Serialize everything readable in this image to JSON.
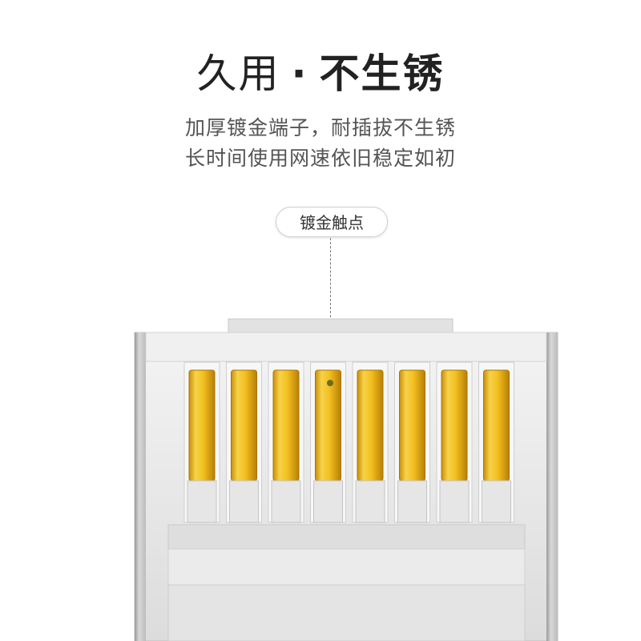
{
  "headline": {
    "light": "久用",
    "dot": "·",
    "bold": "不生锈"
  },
  "subtitle_lines": [
    "加厚镀金端子，耐插拔不生锈",
    "长时间使用网速依旧稳定如初"
  ],
  "callout_label": "镀金触点",
  "colors": {
    "gold": "#f2c020",
    "gold_dark": "#c98f08",
    "plastic": "#e8e8e8"
  },
  "pin_count": 8
}
